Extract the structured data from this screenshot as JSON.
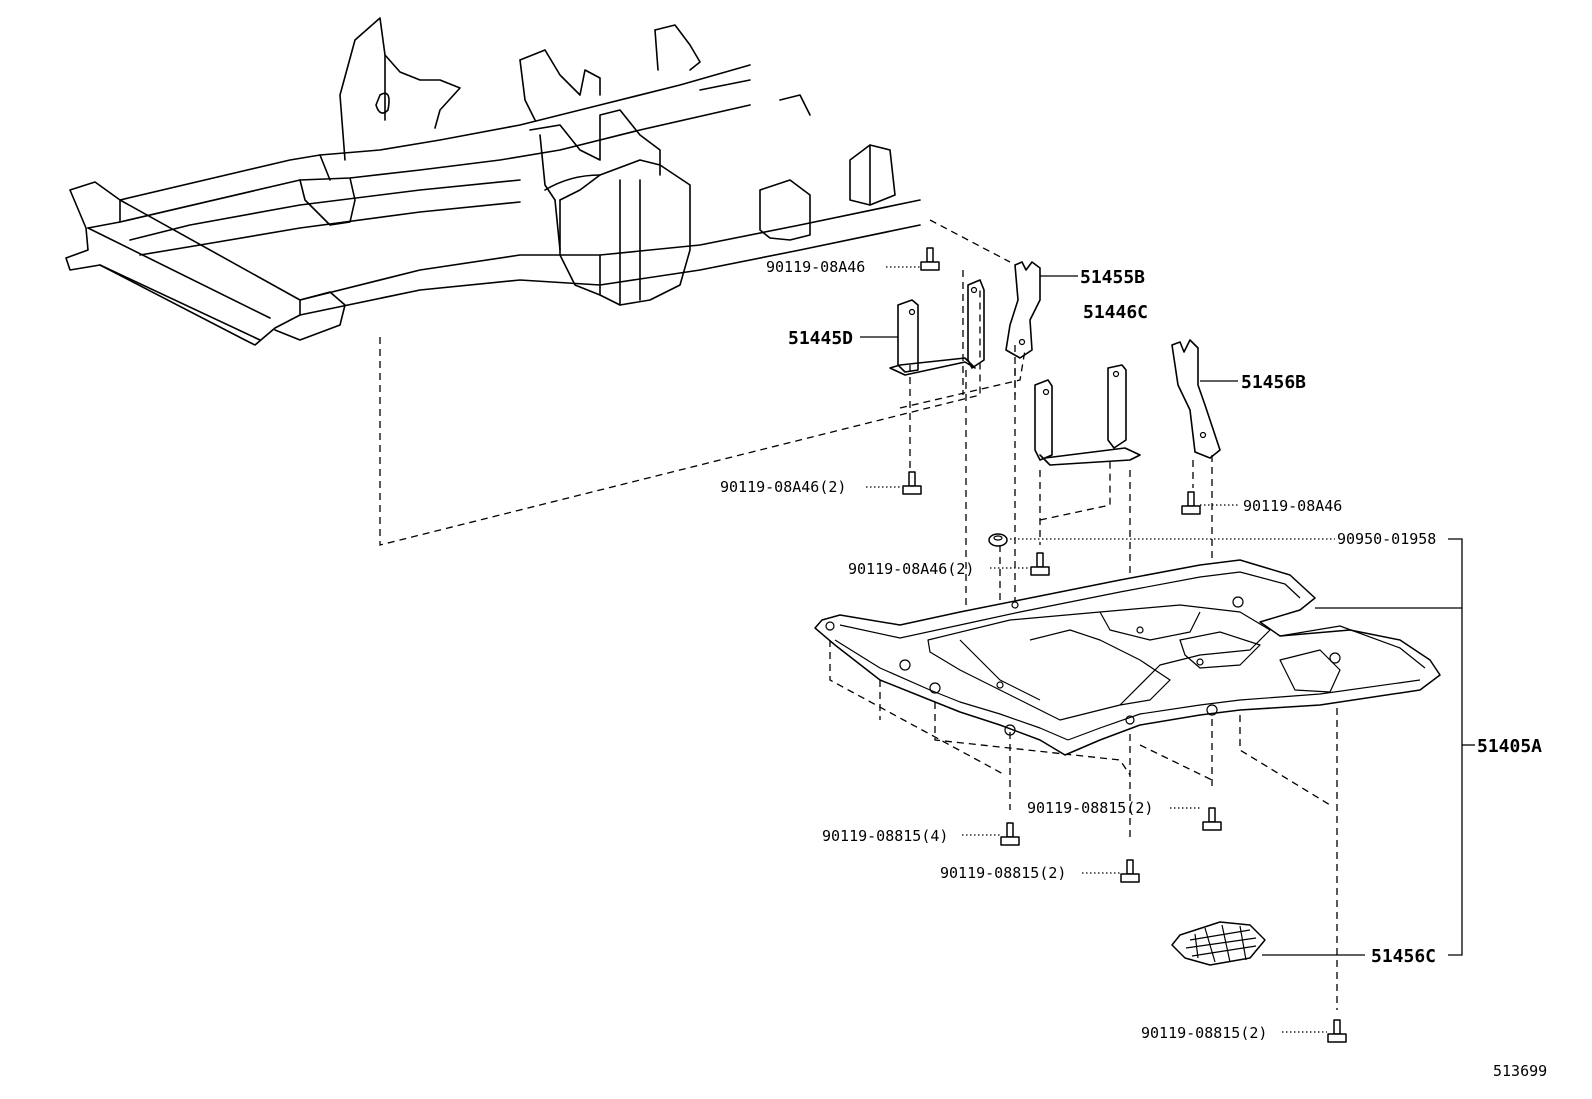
{
  "labels": {
    "p_51455B": "51455B",
    "p_51446C": "51446C",
    "p_51445D": "51445D",
    "p_51456B": "51456B",
    "p_51405A": "51405A",
    "p_51456C": "51456C",
    "b_08A46_top": "90119-08A46",
    "b_08A46_2_left": "90119-08A46(2)",
    "b_08A46_right": "90119-08A46",
    "c_90950": "90950-01958",
    "b_08A46_2_mid": "90119-08A46(2)",
    "b_08815_2_right": "90119-08815(2)",
    "b_08815_4": "90119-08815(4)",
    "b_08815_2_mid": "90119-08815(2)",
    "b_08815_2_bottom": "90119-08815(2)"
  },
  "illustration_id": "513699"
}
